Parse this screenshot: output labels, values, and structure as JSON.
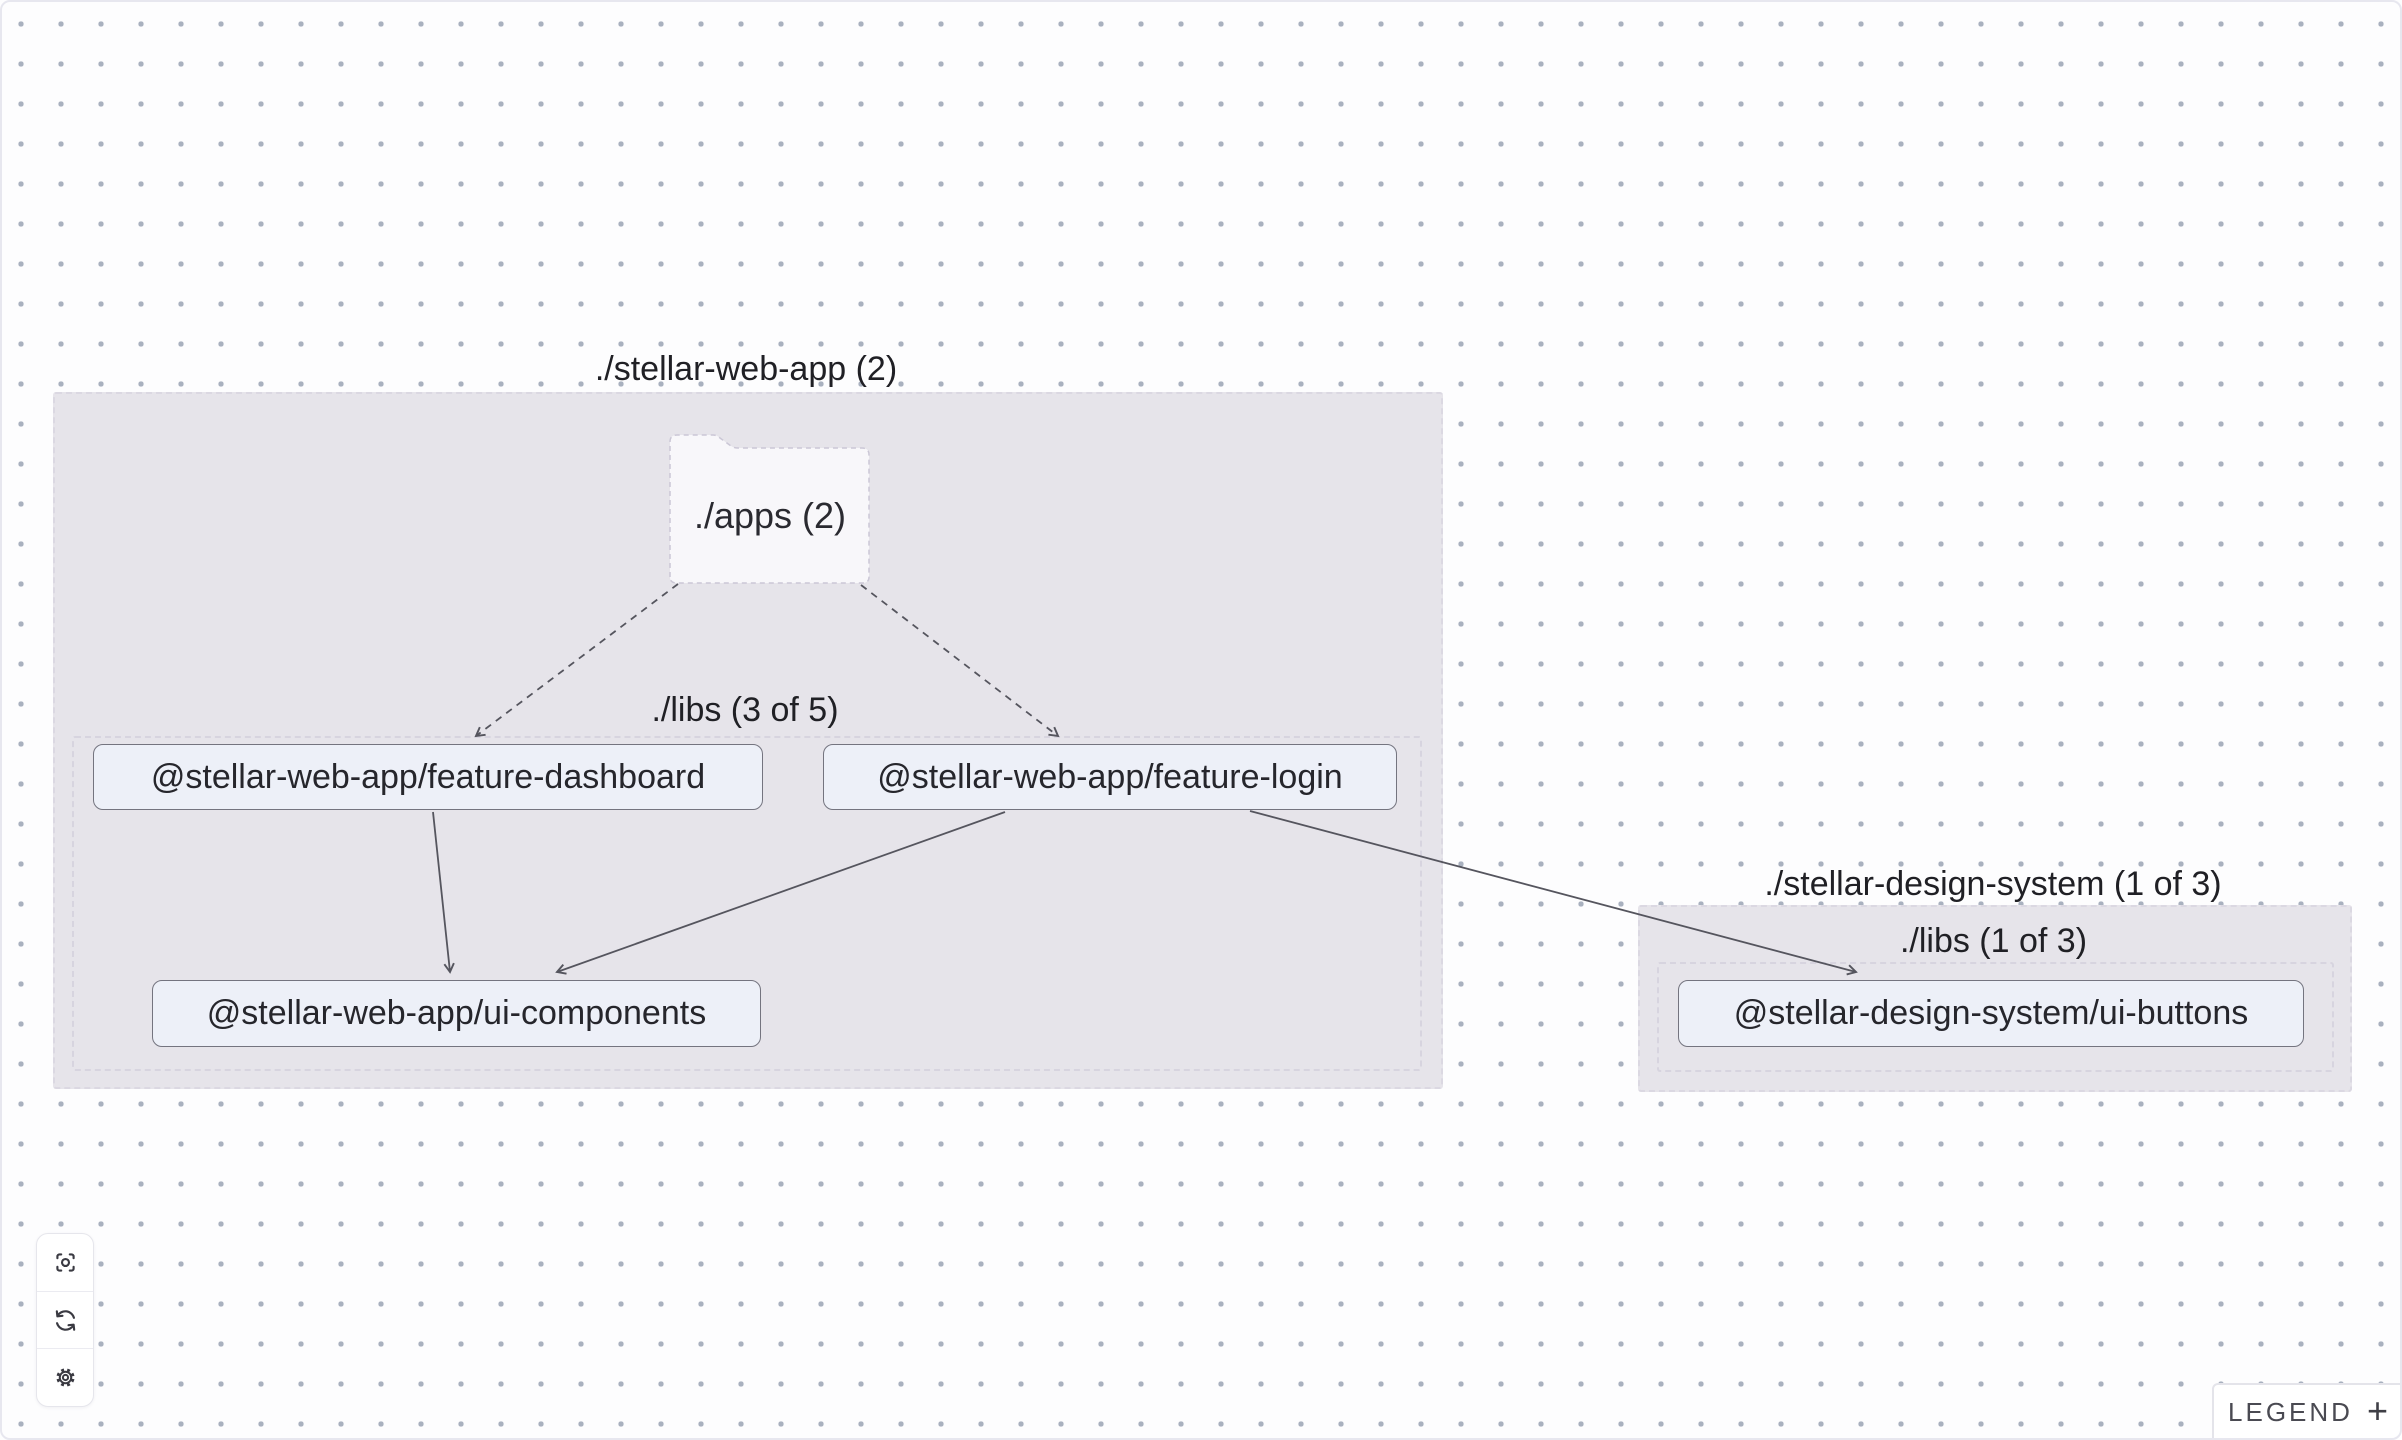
{
  "canvas": {
    "background_color": "#fdfdfe",
    "dot_color": "#a9b1bf",
    "group_fill_color": "#e6e4ea",
    "node_fill_color": "#edf0f8",
    "node_border_color": "#74747f",
    "edge_color": "#55555e"
  },
  "graph": {
    "groups": [
      {
        "id": "stellar-web-app",
        "title": "./stellar-web-app (2)",
        "libs_label": "./libs (3 of 5)"
      },
      {
        "id": "stellar-design-system",
        "title": "./stellar-design-system (1 of 3)",
        "libs_label": "./libs (1 of 3)"
      }
    ],
    "folder": {
      "label": "./apps (2)"
    },
    "nodes": [
      {
        "id": "feature-dashboard",
        "label": "@stellar-web-app/feature-dashboard"
      },
      {
        "id": "feature-login",
        "label": "@stellar-web-app/feature-login"
      },
      {
        "id": "ui-components",
        "label": "@stellar-web-app/ui-components"
      },
      {
        "id": "ui-buttons",
        "label": "@stellar-design-system/ui-buttons"
      }
    ],
    "edges": [
      {
        "source": "./apps (2)",
        "target": "@stellar-web-app/feature-dashboard",
        "style": "dashed"
      },
      {
        "source": "./apps (2)",
        "target": "@stellar-web-app/feature-login",
        "style": "dashed"
      },
      {
        "source": "@stellar-web-app/feature-dashboard",
        "target": "@stellar-web-app/ui-components",
        "style": "solid"
      },
      {
        "source": "@stellar-web-app/feature-login",
        "target": "@stellar-web-app/ui-components",
        "style": "solid"
      },
      {
        "source": "@stellar-web-app/feature-login",
        "target": "@stellar-design-system/ui-buttons",
        "style": "solid"
      }
    ]
  },
  "toolbar": {
    "buttons": [
      {
        "name": "focus-view"
      },
      {
        "name": "refresh-graph"
      },
      {
        "name": "settings"
      }
    ]
  },
  "legend": {
    "label": "LEGEND",
    "expand_symbol": "+"
  }
}
